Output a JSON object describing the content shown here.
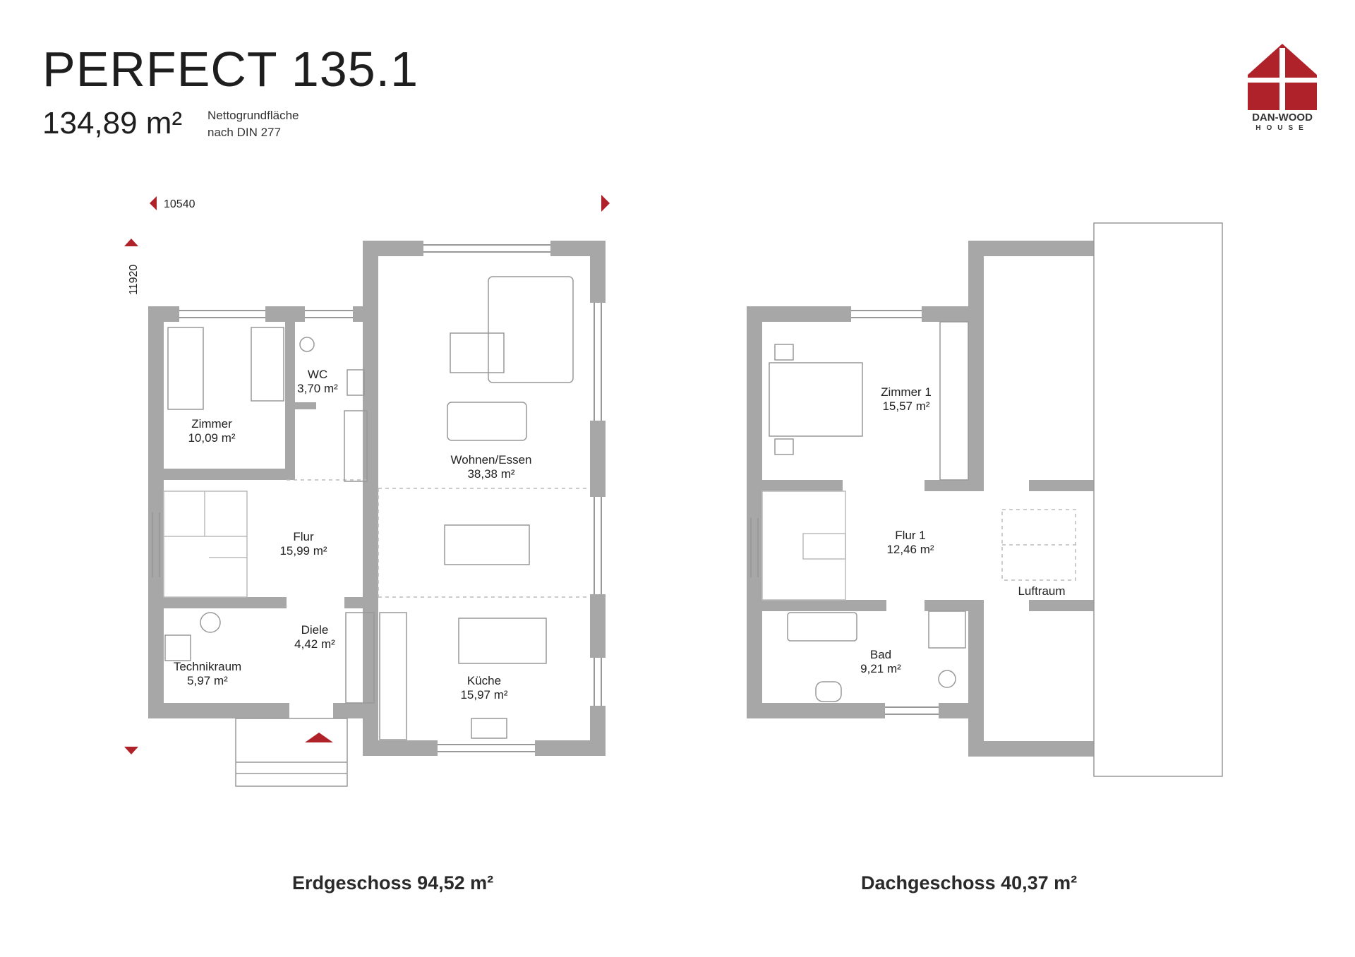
{
  "header": {
    "title": "PERFECT 135.1",
    "area_value": "134,89 m²",
    "area_note_line1": "Nettogrundfläche",
    "area_note_line2": "nach DIN 277"
  },
  "logo": {
    "name": "DAN-WOOD",
    "sub": "HOUSE",
    "brand_color": "#b0222a"
  },
  "dimensions": {
    "width": "10540",
    "depth": "11920"
  },
  "ground_floor": {
    "caption": "Erdgeschoss 94,52 m²",
    "rooms": {
      "zimmer": {
        "name": "Zimmer",
        "area": "10,09 m²"
      },
      "wc": {
        "name": "WC",
        "area": "3,70 m²"
      },
      "wohnen": {
        "name": "Wohnen/Essen",
        "area": "38,38 m²"
      },
      "flur": {
        "name": "Flur",
        "area": "15,99 m²"
      },
      "diele": {
        "name": "Diele",
        "area": "4,42 m²"
      },
      "technik": {
        "name": "Technikraum",
        "area": "5,97 m²"
      },
      "kueche": {
        "name": "Küche",
        "area": "15,97 m²"
      }
    }
  },
  "upper_floor": {
    "caption": "Dachgeschoss 40,37 m²",
    "rooms": {
      "zimmer1": {
        "name": "Zimmer 1",
        "area": "15,57 m²"
      },
      "flur1": {
        "name": "Flur 1",
        "area": "12,46 m²"
      },
      "luftraum": {
        "name": "Luftraum",
        "area": ""
      },
      "bad": {
        "name": "Bad",
        "area": "9,21 m²"
      }
    }
  },
  "colors": {
    "wall": "#a7a7a7",
    "accent": "#b0222a",
    "line": "#888888"
  }
}
